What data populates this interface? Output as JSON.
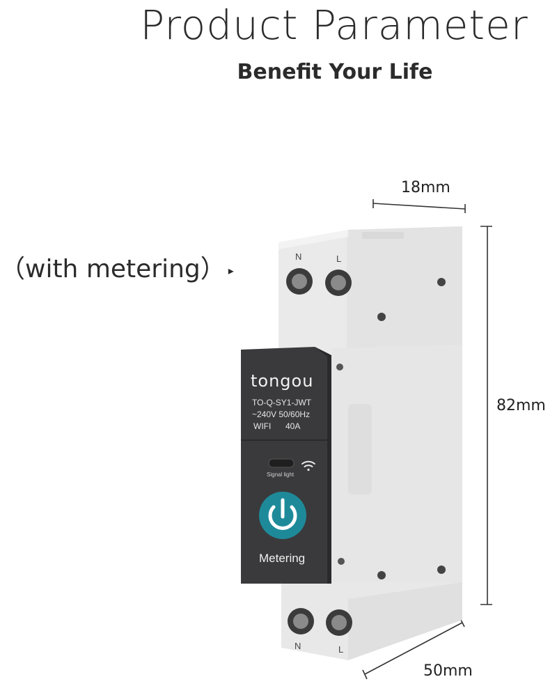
{
  "header": {
    "title": "Product Parameter",
    "subtitle": "Benefit Your Life"
  },
  "variant_label": "（with metering）",
  "variant_arrow": "▸",
  "dimensions": {
    "width": "18mm",
    "height": "82mm",
    "depth": "50mm"
  },
  "device": {
    "brand": "tongou",
    "model": "TO-Q-SY1-JWT",
    "rating": "~240V 50/60Hz",
    "wifi_label": "WIFI",
    "current": "40A",
    "signal_label": "Signal light",
    "button_label": "Metering",
    "terminals_top": [
      "N",
      "L"
    ],
    "terminals_bottom": [
      "N",
      "L"
    ]
  },
  "colors": {
    "panel": "#3a3a3c",
    "body": "#ececec",
    "accent": "#1e8a99"
  }
}
